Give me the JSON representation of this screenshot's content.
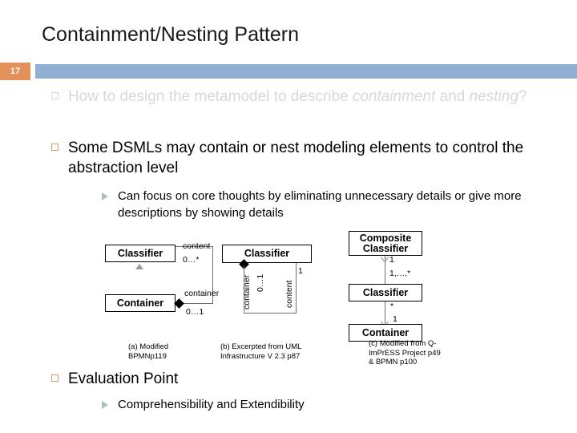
{
  "slide": {
    "title": "Containment/Nesting Pattern",
    "page_number": "17",
    "accent_orange": "#e3915a",
    "band_blue": "#92b0d4",
    "dim_text_color": "#d8d8d8"
  },
  "bullets": [
    {
      "level": 1,
      "dimmed": true,
      "marker": "square-outline-marker",
      "text_parts": [
        {
          "text": "How to design the metamodel to describe ",
          "italic": false
        },
        {
          "text": "containment",
          "italic": true
        },
        {
          "text": " and ",
          "italic": false
        },
        {
          "text": "nesting",
          "italic": true
        },
        {
          "text": "?",
          "italic": false
        }
      ],
      "plain": "How to design the metamodel to describe containment and nesting?"
    },
    {
      "level": 1,
      "dimmed": false,
      "marker": "square-outline-marker",
      "plain": "Some DSMLs may contain or nest modeling elements to control the abstraction level"
    },
    {
      "level": 2,
      "dimmed": false,
      "marker": "arrow-marker",
      "plain": "Can focus on core thoughts by eliminating unnecessary details or give more descriptions by showing details"
    },
    {
      "level": 1,
      "dimmed": false,
      "marker": "square-outline-marker",
      "plain": "Evaluation Point"
    },
    {
      "level": 2,
      "dimmed": false,
      "marker": "arrow-marker",
      "plain": "Comprehensibility and Extendibility"
    }
  ],
  "figure": {
    "diagram_a": {
      "boxes": [
        {
          "name": "classifier-box",
          "label": "Classifier"
        },
        {
          "name": "container-box",
          "label": "Container"
        }
      ],
      "labels": [
        {
          "name": "content-role",
          "text": "content"
        },
        {
          "name": "content-multiplicity",
          "text": "0…*"
        },
        {
          "name": "container-role",
          "text": "container"
        },
        {
          "name": "container-multiplicity",
          "text": "0…1"
        }
      ],
      "caption": "(a) Modified\n   BPMNp119"
    },
    "diagram_b": {
      "boxes": [
        {
          "name": "classifier-box",
          "label": "Classifier"
        }
      ],
      "labels": [
        {
          "name": "container-role",
          "text": "container"
        },
        {
          "name": "container-multiplicity",
          "text": "0…1"
        },
        {
          "name": "content-role",
          "text": "content"
        },
        {
          "name": "content-multiplicity",
          "text": "1"
        }
      ],
      "caption": "(b) Excerpted from UML\n     Infrastructure V 2.3 p87"
    },
    "diagram_c": {
      "boxes": [
        {
          "name": "composite-classifier-box",
          "label": "Composite\nClassifier"
        },
        {
          "name": "classifier-box",
          "label": "Classifier"
        },
        {
          "name": "container-box",
          "label": "Container"
        }
      ],
      "labels": [
        {
          "name": "composite-multiplicity-top",
          "text": "1"
        },
        {
          "name": "composite-multiplicity-bottom",
          "text": "1,…,*"
        },
        {
          "name": "classifier-multiplicity-star",
          "text": "*"
        },
        {
          "name": "container-multiplicity-one",
          "text": "1"
        }
      ],
      "caption": "(c) Modified from Q-\n    ImPrESS Project p49\n    & BPMN p100"
    }
  }
}
